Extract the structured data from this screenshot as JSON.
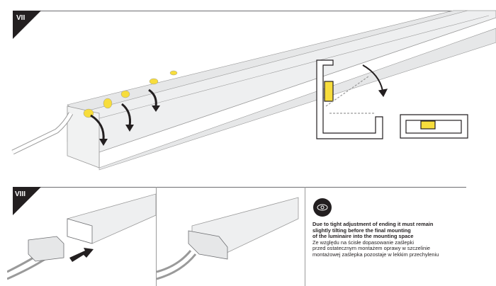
{
  "sections": [
    {
      "step": "VII"
    },
    {
      "step": "VIII"
    }
  ],
  "note": {
    "icon": "eye-icon",
    "english_lines": [
      "Due to tight adjustment of ending it must remain",
      "slightly tilting before the final mounting",
      "of the luminaire into the mounting space"
    ],
    "polish_lines": [
      "Ze względu na ścisłe dopasowanie zaślepki",
      "przed ostatecznym montażem oprawy w szczelinie",
      "montażowej zaślepka pozostaje w lekkim przechyleniu"
    ]
  },
  "colors": {
    "led": "#f7dd3c",
    "dark": "#231f20",
    "profile": "#e6e7e8"
  }
}
